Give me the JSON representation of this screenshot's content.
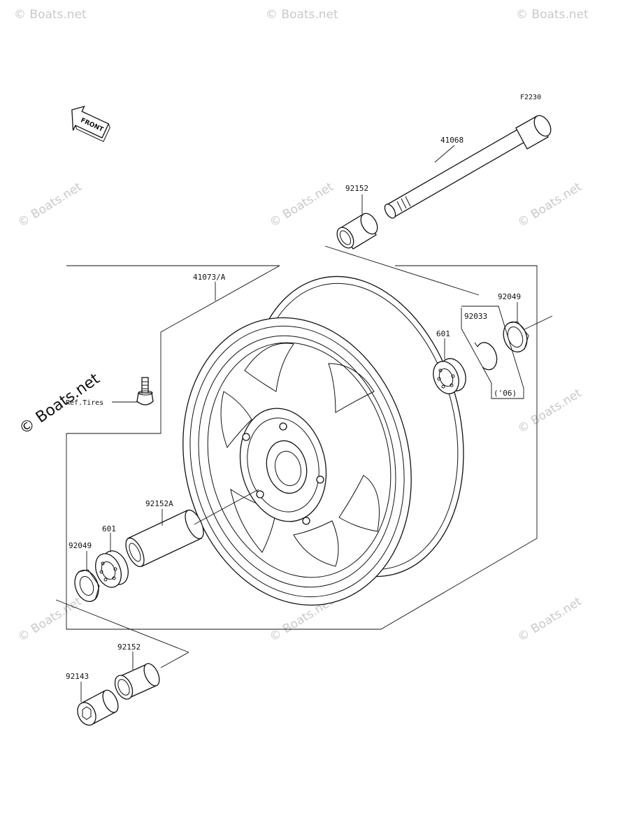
{
  "diagram": {
    "figure_code": "F2230",
    "front_marker": "FRONT",
    "watermark_text": "© Boats.net",
    "callouts": {
      "axle": "41068",
      "collar_top": "92152",
      "wheel": "41073/A",
      "oil_seal_right": "92049",
      "circlip": "92033",
      "circlip_note": "('06)",
      "bearing_right": "601",
      "valve_ref": "Ref.Tires",
      "collar_hub": "92152A",
      "bearing_left": "601",
      "oil_seal_left": "92049",
      "collar_bottom": "92152",
      "cap_bolt": "92143"
    },
    "colors": {
      "line": "#111111",
      "watermark": "#c9c9c9",
      "background": "#ffffff"
    }
  }
}
